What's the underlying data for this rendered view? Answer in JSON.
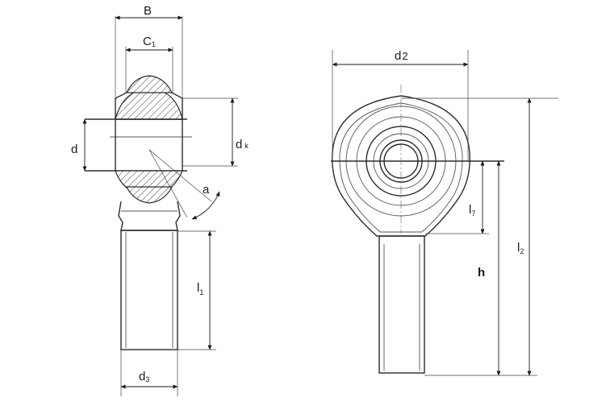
{
  "drawing": {
    "side_view": {
      "dimensions": [
        {
          "id": "B",
          "text": "B",
          "sub": ""
        },
        {
          "id": "C1",
          "text": "C",
          "sub": "1"
        },
        {
          "id": "d",
          "text": "d",
          "sub": ""
        },
        {
          "id": "dk",
          "text": "d",
          "sub": "k"
        },
        {
          "id": "a",
          "text": "a",
          "sub": ""
        },
        {
          "id": "l1",
          "text": "l",
          "sub": "1"
        },
        {
          "id": "d3",
          "text": "d",
          "sub": "3"
        }
      ]
    },
    "front_view": {
      "dimensions": [
        {
          "id": "d2",
          "text": "d",
          "sub": "2"
        },
        {
          "id": "l7",
          "text": "l",
          "sub": "7"
        },
        {
          "id": "h",
          "text": "h",
          "sub": ""
        },
        {
          "id": "l2",
          "text": "l",
          "sub": "2"
        }
      ]
    }
  }
}
